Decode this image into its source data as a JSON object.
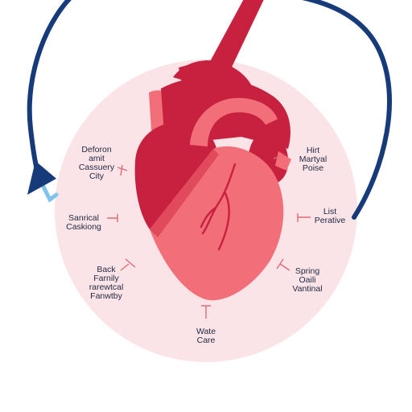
{
  "colors": {
    "background": "#ffffff",
    "circle": "#fbe4e7",
    "arrow": "#173a7a",
    "arrow_highlight": "#7cc4ee",
    "heart_dark": "#c8203f",
    "heart_light": "#f26f7a",
    "heart_shadow": "#e04a5c",
    "tick": "#e06a78"
  },
  "icons": {
    "circular_arrow": "circular-arrow-icon",
    "heart": "heart-icon"
  },
  "labels": [
    {
      "id": "left-top",
      "lines": [
        "Deforon",
        "amit",
        "Cassuery",
        "City"
      ]
    },
    {
      "id": "left-middle",
      "lines": [
        "Sanrical",
        "Caskiong"
      ]
    },
    {
      "id": "left-bottom",
      "lines": [
        "Back",
        "Farnily",
        "rarewtcal",
        "Fanwtby"
      ]
    },
    {
      "id": "bottom",
      "lines": [
        "Wate",
        "Care"
      ]
    },
    {
      "id": "right-top",
      "lines": [
        "Hirt",
        "Martyal",
        "Poise"
      ]
    },
    {
      "id": "right-middle",
      "lines": [
        "List",
        "Perative"
      ]
    },
    {
      "id": "right-bottom",
      "lines": [
        "Spring",
        "Oaili",
        "Vantinal"
      ]
    }
  ]
}
